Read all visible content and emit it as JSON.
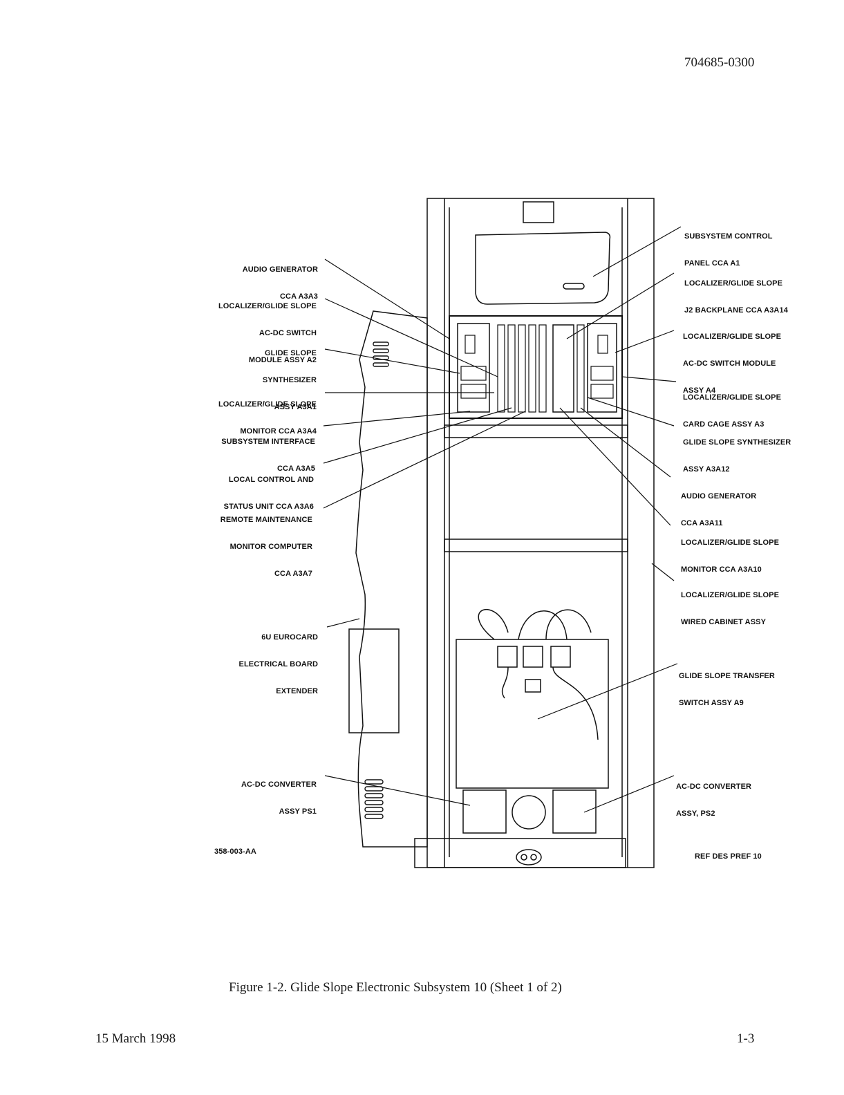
{
  "header": {
    "doc_number": "704685-0300"
  },
  "labels_left": [
    {
      "id": "audio-generator-a3a3",
      "lines": [
        "AUDIO GENERATOR",
        "CCA A3A3"
      ]
    },
    {
      "id": "acdc-switch-a2",
      "lines": [
        "LOCALIZER/GLIDE SLOPE",
        "AC-DC SWITCH",
        "MODULE ASSY A2"
      ]
    },
    {
      "id": "gs-synth-a3a1",
      "lines": [
        "GLIDE SLOPE",
        "SYNTHESIZER",
        "ASSY A3A1"
      ]
    },
    {
      "id": "monitor-a3a4",
      "lines": [
        "LOCALIZER/GLIDE SLOPE",
        "MONITOR CCA A3A4"
      ]
    },
    {
      "id": "interface-a3a5",
      "lines": [
        "SUBSYSTEM INTERFACE",
        "CCA A3A5"
      ]
    },
    {
      "id": "lcsu-a3a6",
      "lines": [
        "LOCAL CONTROL AND",
        "STATUS UNIT CCA A3A6"
      ]
    },
    {
      "id": "rmmc-a3a7",
      "lines": [
        "REMOTE MAINTENANCE",
        "MONITOR COMPUTER",
        "CCA A3A7"
      ]
    },
    {
      "id": "eurocard-extender",
      "lines": [
        "6U EUROCARD",
        "ELECTRICAL BOARD",
        "EXTENDER"
      ]
    },
    {
      "id": "acdc-converter-ps1",
      "lines": [
        "AC-DC CONVERTER",
        "ASSY PS1"
      ]
    }
  ],
  "labels_right": [
    {
      "id": "control-panel-a1",
      "lines": [
        "SUBSYSTEM CONTROL",
        "PANEL CCA A1"
      ]
    },
    {
      "id": "backplane-a3a14",
      "lines": [
        "LOCALIZER/GLIDE SLOPE",
        "J2 BACKPLANE CCA A3A14"
      ]
    },
    {
      "id": "acdc-switch-a4",
      "lines": [
        "LOCALIZER/GLIDE SLOPE",
        "AC-DC SWITCH MODULE",
        "ASSY A4"
      ]
    },
    {
      "id": "card-cage-a3",
      "lines": [
        "LOCALIZER/GLIDE SLOPE",
        "CARD CAGE ASSY A3"
      ]
    },
    {
      "id": "gs-synth-a3a12",
      "lines": [
        "GLIDE SLOPE SYNTHESIZER",
        "ASSY A3A12"
      ]
    },
    {
      "id": "audio-generator-a3a11",
      "lines": [
        "AUDIO GENERATOR",
        "CCA A3A11"
      ]
    },
    {
      "id": "monitor-a3a10",
      "lines": [
        "LOCALIZER/GLIDE SLOPE",
        "MONITOR CCA A3A10"
      ]
    },
    {
      "id": "wired-cabinet",
      "lines": [
        "LOCALIZER/GLIDE SLOPE",
        "WIRED CABINET ASSY"
      ]
    },
    {
      "id": "transfer-switch-a9",
      "lines": [
        "GLIDE SLOPE TRANSFER",
        "SWITCH ASSY A9"
      ]
    },
    {
      "id": "acdc-converter-ps2",
      "lines": [
        "AC-DC CONVERTER",
        "ASSY, PS2"
      ]
    }
  ],
  "drawing_number": "358-003-AA",
  "ref_des": "REF DES PREF 10",
  "figure_caption": "Figure 1-2.  Glide Slope Electronic Subsystem 10 (Sheet 1 of 2)",
  "footer": {
    "date": "15 March 1998",
    "page": "1-3"
  }
}
